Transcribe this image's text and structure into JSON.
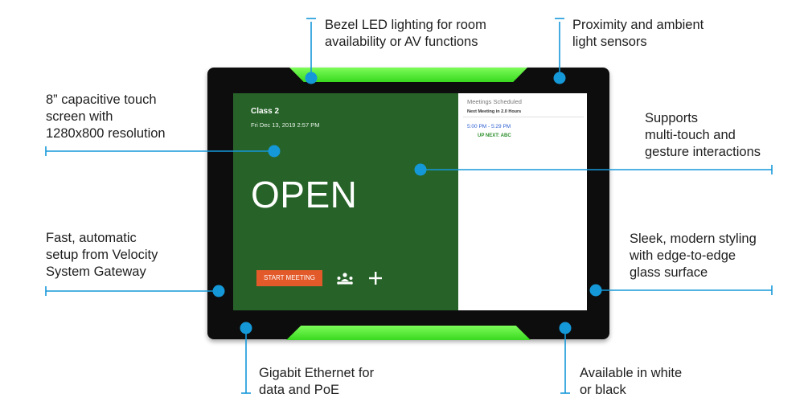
{
  "callouts": {
    "bezel_led": [
      "Bezel LED lighting for room",
      "availability or AV functions"
    ],
    "sensors": [
      "Proximity and ambient",
      "light sensors"
    ],
    "touch_screen": [
      "8” capacitive touch",
      "screen with",
      "1280x800 resolution"
    ],
    "multitouch": [
      "Supports",
      "multi-touch and",
      "gesture interactions"
    ],
    "setup": [
      "Fast, automatic",
      "setup from Velocity",
      "System Gateway"
    ],
    "styling": [
      "Sleek, modern styling",
      "with edge-to-edge",
      "glass surface"
    ],
    "ethernet": [
      "Gigabit Ethernet for",
      "data and PoE"
    ],
    "colors": [
      "Available in white",
      "or black"
    ]
  },
  "screen": {
    "room_name": "Class 2",
    "datetime": "Fri Dec 13, 2019 2:57 PM",
    "status": "OPEN",
    "start_button": "START MEETING",
    "meetings_title": "Meetings Scheduled",
    "next_meeting": "Next Meeting in 2.0 Hours",
    "slot_time": "5:00 PM - 5:29 PM",
    "up_next": "UP NEXT: ABC"
  },
  "colors": {
    "accent_blue": "#1598d8",
    "led_green": "#4fee35",
    "screen_green": "#276329",
    "button_orange": "#e35a2a",
    "bezel": "#0d0d0d"
  },
  "icons": [
    "people-icon",
    "plus-icon"
  ]
}
